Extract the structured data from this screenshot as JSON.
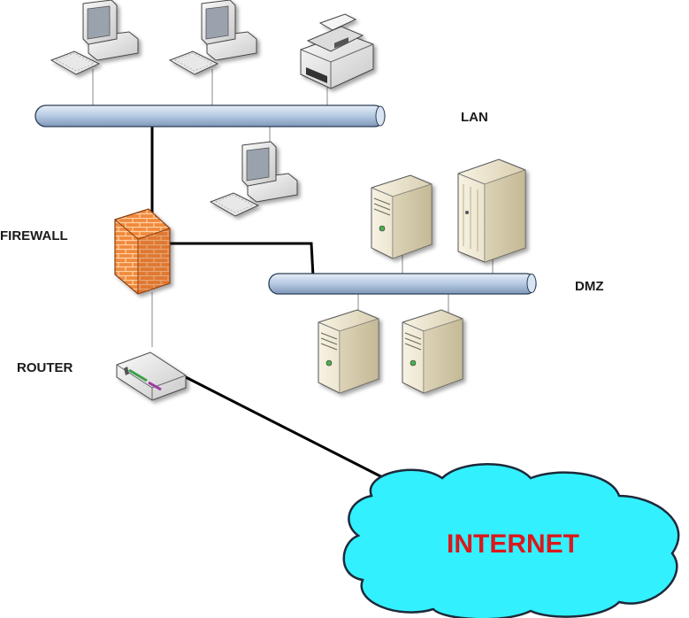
{
  "labels": {
    "lan": "LAN",
    "dmz": "DMZ",
    "firewall": "FIREWALL",
    "router": "ROUTER",
    "internet": "INTERNET"
  },
  "colors": {
    "bus": "#bcd0e6",
    "bus_edge": "#2b3d55",
    "cloud": "#33f0ff",
    "cloud_edge": "#1d2a3a",
    "internet_text": "#d9191c",
    "firewall_brick": "#f08a3c",
    "server_body": "#ece5cf"
  },
  "devices": {
    "lan": [
      "workstation",
      "workstation",
      "printer",
      "workstation"
    ],
    "dmz": [
      "server",
      "server-tower",
      "server",
      "server"
    ],
    "edge": [
      "firewall",
      "router"
    ]
  }
}
